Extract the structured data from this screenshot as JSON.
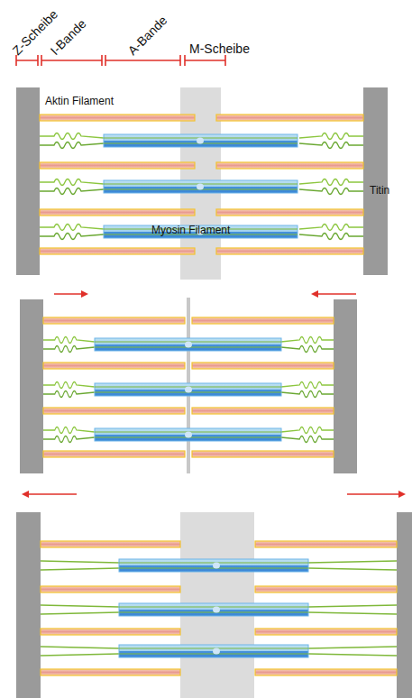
{
  "diagram": {
    "labels": [
      "Z-Scheibe",
      "I-Bande",
      "A-Bande",
      "M-Scheibe",
      "Aktin Filament",
      "Titin",
      "Myosin Filament"
    ]
  }
}
